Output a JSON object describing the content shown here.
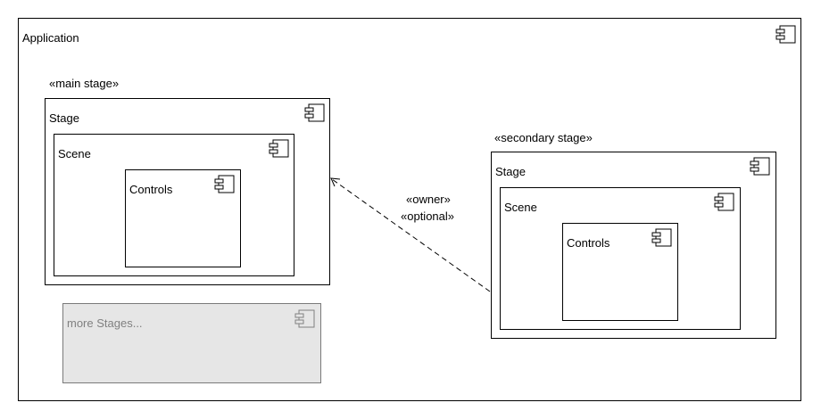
{
  "application": {
    "label": "Application"
  },
  "main_stage": {
    "stereotype": "«main stage»",
    "stage_label": "Stage",
    "scene_label": "Scene",
    "controls_label": "Controls"
  },
  "secondary_stage": {
    "stereotype": "«secondary stage»",
    "stage_label": "Stage",
    "scene_label": "Scene",
    "controls_label": "Controls"
  },
  "relation": {
    "line1": "«owner»",
    "line2": "«optional»"
  },
  "more_stages": {
    "label": "more Stages..."
  },
  "colors": {
    "line": "#000000",
    "grey_fill": "#e6e6e6",
    "grey_text": "#808080"
  },
  "icons": [
    "component-icon"
  ]
}
